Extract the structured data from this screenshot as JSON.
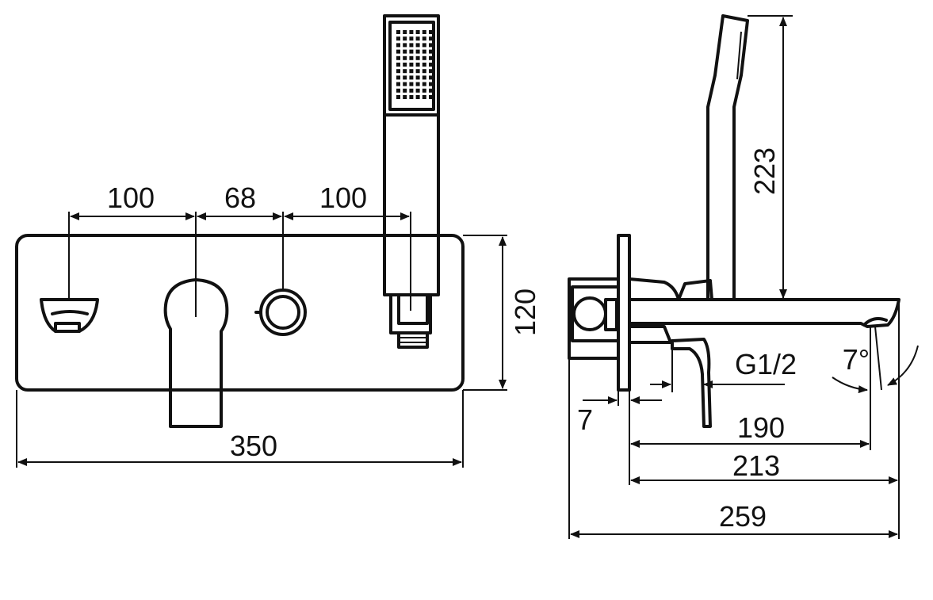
{
  "front_view": {
    "dim_lever_spacing_left": "100",
    "dim_lever_spacing_mid": "68",
    "dim_lever_spacing_right": "100",
    "dim_total_width": "350",
    "dim_height": "120"
  },
  "side_view": {
    "dim_handshower_length": "223",
    "dim_thread": "G1/2",
    "dim_angle": "7°",
    "dim_plate_thickness": "7",
    "dim_spout_reach_short": "190",
    "dim_spout_reach": "213",
    "dim_total_depth": "259"
  },
  "colors": {
    "line": "#111111",
    "background": "#ffffff"
  }
}
